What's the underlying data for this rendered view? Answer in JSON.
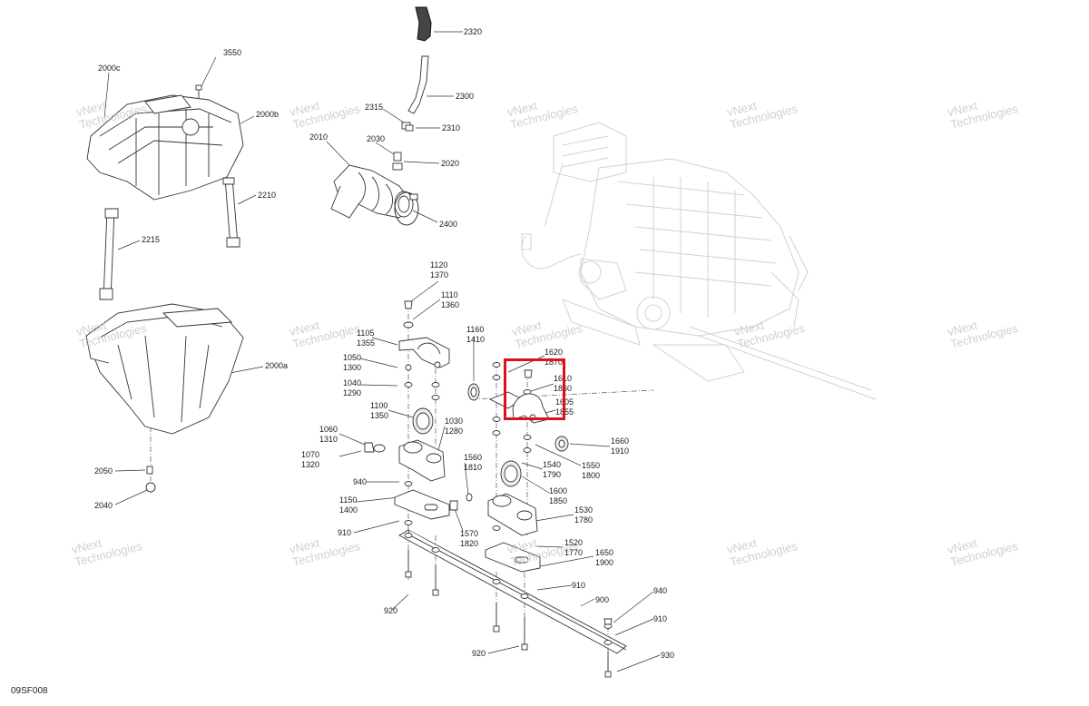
{
  "diagram_code": "09SF008",
  "watermark": {
    "line1": "vNext",
    "line2": "Technologies",
    "inline": "vNext Technologies"
  },
  "callouts": {
    "c3550": "3550",
    "c2000c": "2000c",
    "c2000b": "2000b",
    "c2210": "2210",
    "c2215": "2215",
    "c2000a": "2000a",
    "c2050": "2050",
    "c2040": "2040",
    "c2320": "2320",
    "c2300": "2300",
    "c2315": "2315",
    "c2310": "2310",
    "c2010": "2010",
    "c2030": "2030",
    "c2020": "2020",
    "c2400": "2400",
    "c1120": "1120\n1370",
    "c1110": "1110\n1360",
    "c1105": "1105\n1355",
    "c1160": "1160\n1410",
    "c1050": "1050\n1300",
    "c1040": "1040\n1290",
    "c1100": "1100\n1350",
    "c1030": "1030\n1280",
    "c1060": "1060\n1310",
    "c1070": "1070\n1320",
    "c940a": "940",
    "c1560": "1560\n1810",
    "c1150": "1150\n1400",
    "c910a": "910",
    "c1570": "1570\n1820",
    "c920a": "920",
    "c1620": "1620\n1870",
    "c1610": "1610\n1860",
    "c1605": "1605\n1855",
    "c1660": "1660\n1910",
    "c1550": "1550\n1800",
    "c1540": "1540\n1790",
    "c1600": "1600\n1850",
    "c1530": "1530\n1780",
    "c1520": "1520\n1770",
    "c1650": "1650\n1900",
    "c910b": "910",
    "c900": "900",
    "c940b": "940",
    "c910c": "910",
    "c920b": "920",
    "c930": "930"
  },
  "colors": {
    "highlight": "#e0101e",
    "line": "#333333",
    "ghost": "#cfcfcf",
    "watermark": "#c8c8c8"
  }
}
